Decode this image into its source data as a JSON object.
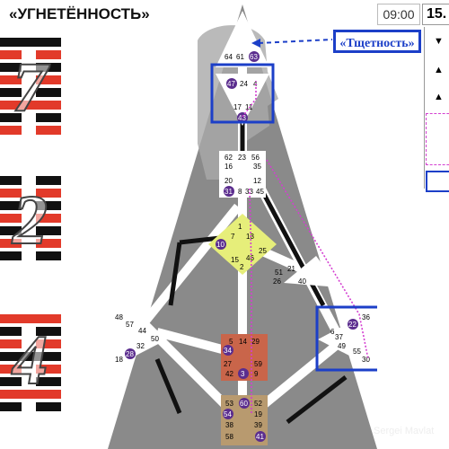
{
  "title": "«УГНЕТЁННОСТЬ»",
  "time": "09:00",
  "date": "15.",
  "callout_label": "«Тщетность»",
  "credit": "Sergei Mavlat",
  "hexagram_numbers": [
    "7",
    "2",
    "4"
  ],
  "side_marks": [
    "▼",
    "▲",
    "▲"
  ],
  "centers": {
    "head": {
      "gates": [
        "64",
        "61",
        "63"
      ]
    },
    "ajna": {
      "gates": [
        "47",
        "24",
        "4",
        "17",
        "11",
        "43"
      ]
    },
    "throat": {
      "gates": [
        "62",
        "23",
        "56",
        "16",
        "35",
        "20",
        "12",
        "31",
        "8",
        "33",
        "45"
      ]
    },
    "g": {
      "gates": [
        "1",
        "7",
        "13",
        "25",
        "10",
        "15",
        "2",
        "46"
      ]
    },
    "ego": {
      "gates": [
        "21",
        "26",
        "51",
        "40"
      ]
    },
    "spleen": {
      "gates": [
        "48",
        "57",
        "44",
        "50",
        "32",
        "28",
        "18"
      ]
    },
    "sacral": {
      "gates": [
        "5",
        "14",
        "29",
        "34",
        "27",
        "59",
        "42",
        "3",
        "9"
      ]
    },
    "solar_plexus": {
      "gates": [
        "36",
        "22",
        "6",
        "37",
        "49",
        "55",
        "30"
      ]
    },
    "root": {
      "gates": [
        "53",
        "60",
        "52",
        "54",
        "19",
        "38",
        "39",
        "58",
        "41"
      ]
    }
  },
  "colors": {
    "accent_blue": "#1c3fc8",
    "hex_red": "#e23a2a",
    "hex_black": "#111111",
    "gate_purple": "#5b2d8e",
    "magenta": "#d43fd1",
    "g_yellow": "#e6ee7a",
    "sacral_orange": "#c9654a",
    "root_tan": "#b89a6f"
  }
}
